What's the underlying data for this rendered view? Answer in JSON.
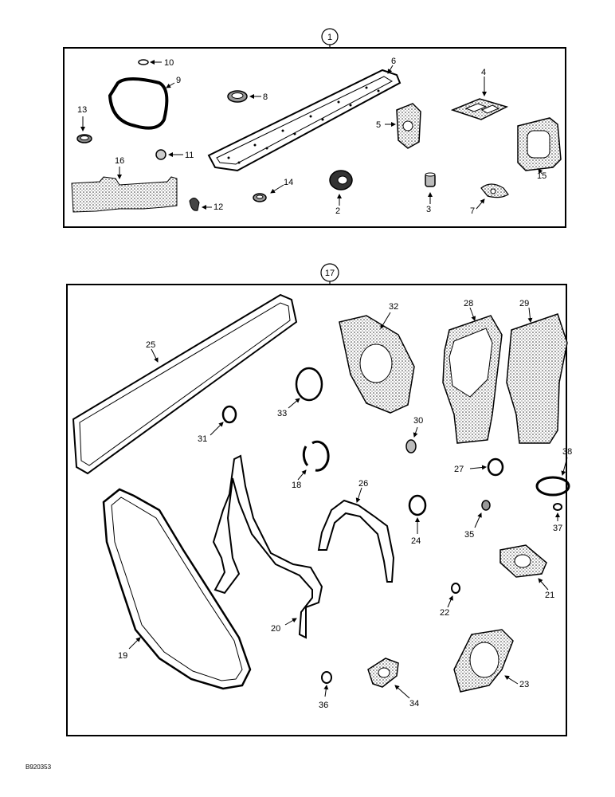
{
  "group_one": {
    "label": "1"
  },
  "group_two": {
    "label": "17"
  },
  "callouts": {
    "c2": "2",
    "c3": "3",
    "c4": "4",
    "c5": "5",
    "c6": "6",
    "c7": "7",
    "c8": "8",
    "c9": "9",
    "c10": "10",
    "c11": "11",
    "c12": "12",
    "c13": "13",
    "c14": "14",
    "c15": "15",
    "c16": "16",
    "c18": "18",
    "c19": "19",
    "c20": "20",
    "c21": "21",
    "c22": "22",
    "c23": "23",
    "c24": "24",
    "c25": "25",
    "c26": "26",
    "c27": "27",
    "c28": "28",
    "c29": "29",
    "c30": "30",
    "c31": "31",
    "c32": "32",
    "c33": "33",
    "c34": "34",
    "c35": "35",
    "c36": "36",
    "c37": "37",
    "c38": "38"
  },
  "figure_ref": "B920353"
}
